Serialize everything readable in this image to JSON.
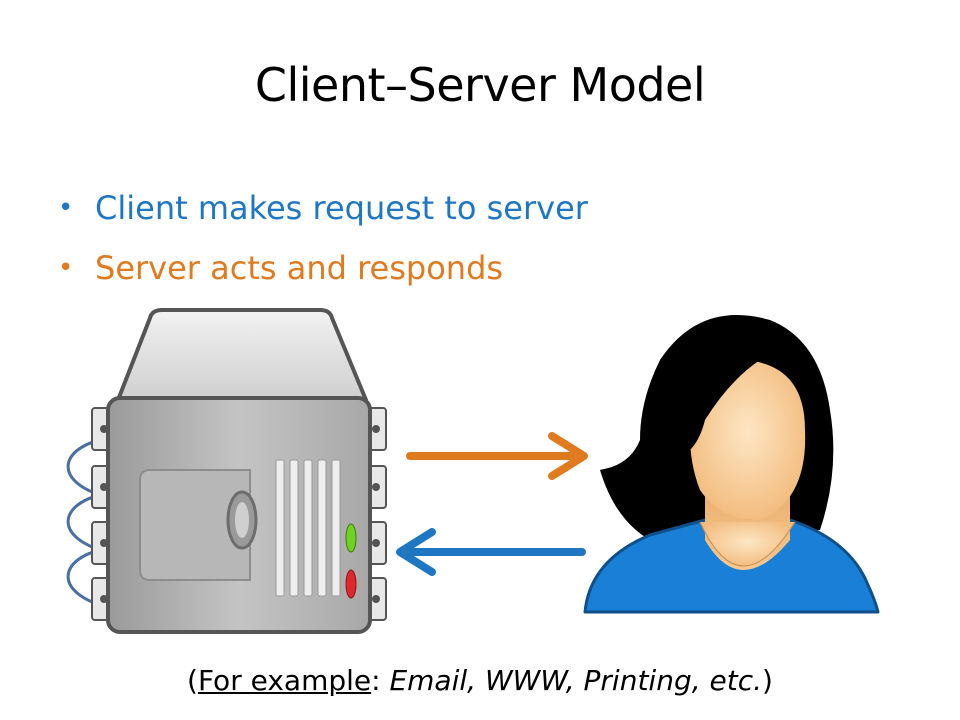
{
  "slide": {
    "title": "Client–Server Model",
    "bullets": [
      "Client makes request to server",
      "Server acts and responds"
    ],
    "caption": {
      "open": "(",
      "lead": "For example",
      "colon": ": ",
      "examples": "Email, WWW, Printing, etc.",
      "close": ")"
    }
  },
  "colors": {
    "request_arrow": "#1f77c4",
    "response_arrow": "#e07a1f",
    "client_shirt": "#1a7fd6",
    "led_green": "#6fd21f",
    "led_red": "#e0282c"
  },
  "diagram": {
    "nodes": [
      "server-icon",
      "client-person-icon"
    ],
    "edges": [
      {
        "from": "server",
        "to": "client",
        "color": "#e07a1f",
        "meaning": "response"
      },
      {
        "from": "client",
        "to": "server",
        "color": "#1f77c4",
        "meaning": "request"
      }
    ]
  }
}
